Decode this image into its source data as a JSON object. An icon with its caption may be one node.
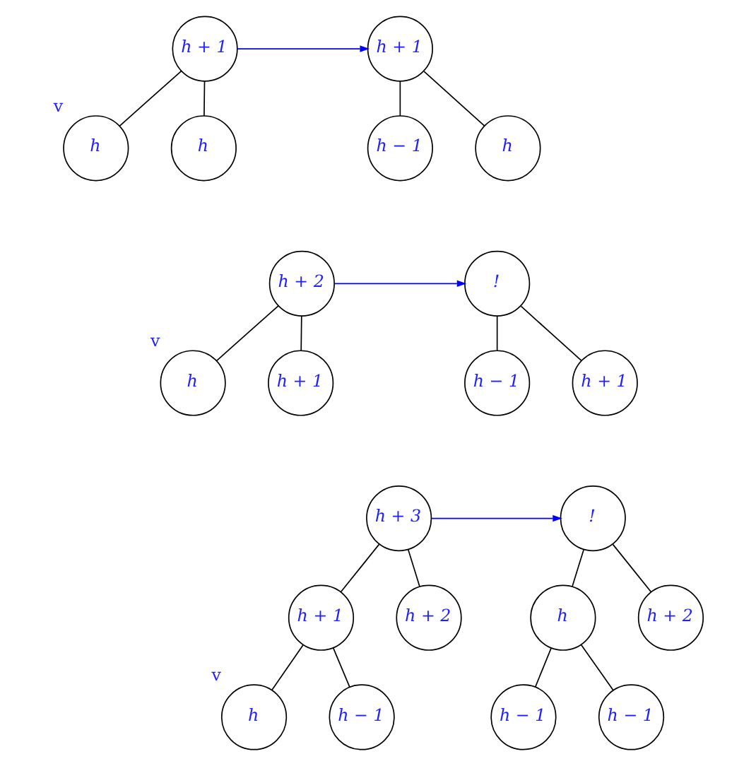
{
  "diagram": {
    "nodes": [
      {
        "text": [
          "h + 1"
        ]
      },
      {
        "text": [
          "h"
        ],
        "beside": [
          "v"
        ]
      },
      {
        "text": [
          "h"
        ]
      },
      {
        "text": [
          "h + 1"
        ]
      },
      {
        "text": [
          "h − 1"
        ]
      },
      {
        "text": [
          "h"
        ]
      },
      {
        "text": [
          "h + 2"
        ]
      },
      {
        "text": [
          "h"
        ],
        "beside": [
          "v"
        ]
      },
      {
        "text": [
          "h + 1"
        ]
      },
      {
        "text": [
          "!"
        ]
      },
      {
        "text": [
          "h − 1"
        ]
      },
      {
        "text": [
          "h + 1"
        ]
      },
      {
        "text": [
          "h + 3"
        ]
      },
      {
        "text": [
          "h + 1"
        ]
      },
      {
        "text": [
          "h + 2"
        ]
      },
      {
        "text": [
          "h"
        ],
        "beside": [
          "v"
        ]
      },
      {
        "text": [
          "h − 1"
        ]
      },
      {
        "text": [
          "!"
        ]
      },
      {
        "text": [
          "h"
        ]
      },
      {
        "text": [
          "h + 2"
        ]
      },
      {
        "text": [
          "h − 1"
        ]
      },
      {
        "text": [
          "h − 1"
        ]
      }
    ],
    "edges": [
      {
        "from": 0,
        "to": 1,
        "arrow": "none"
      },
      {
        "from": 0,
        "to": 2,
        "arrow": "none"
      },
      {
        "from": 0,
        "to": 3,
        "arrow": "to",
        "color": "#0000ff"
      },
      {
        "from": 3,
        "to": 4,
        "arrow": "none"
      },
      {
        "from": 3,
        "to": 5,
        "arrow": "none"
      },
      {
        "from": 6,
        "to": 7,
        "arrow": "none"
      },
      {
        "from": 6,
        "to": 8,
        "arrow": "none"
      },
      {
        "from": 6,
        "to": 9,
        "arrow": "to",
        "color": "#0000ff"
      },
      {
        "from": 9,
        "to": 10,
        "arrow": "none"
      },
      {
        "from": 9,
        "to": 11,
        "arrow": "none"
      },
      {
        "from": 12,
        "to": 13,
        "arrow": "none"
      },
      {
        "from": 12,
        "to": 14,
        "arrow": "none"
      },
      {
        "from": 13,
        "to": 15,
        "arrow": "none"
      },
      {
        "from": 13,
        "to": 16,
        "arrow": "none"
      },
      {
        "from": 12,
        "to": 17,
        "arrow": "to",
        "color": "#0000ff"
      },
      {
        "from": 17,
        "to": 18,
        "arrow": "none"
      },
      {
        "from": 17,
        "to": 19,
        "arrow": "none"
      },
      {
        "from": 18,
        "to": 20,
        "arrow": "none"
      },
      {
        "from": 18,
        "to": 21,
        "arrow": "none"
      }
    ]
  }
}
